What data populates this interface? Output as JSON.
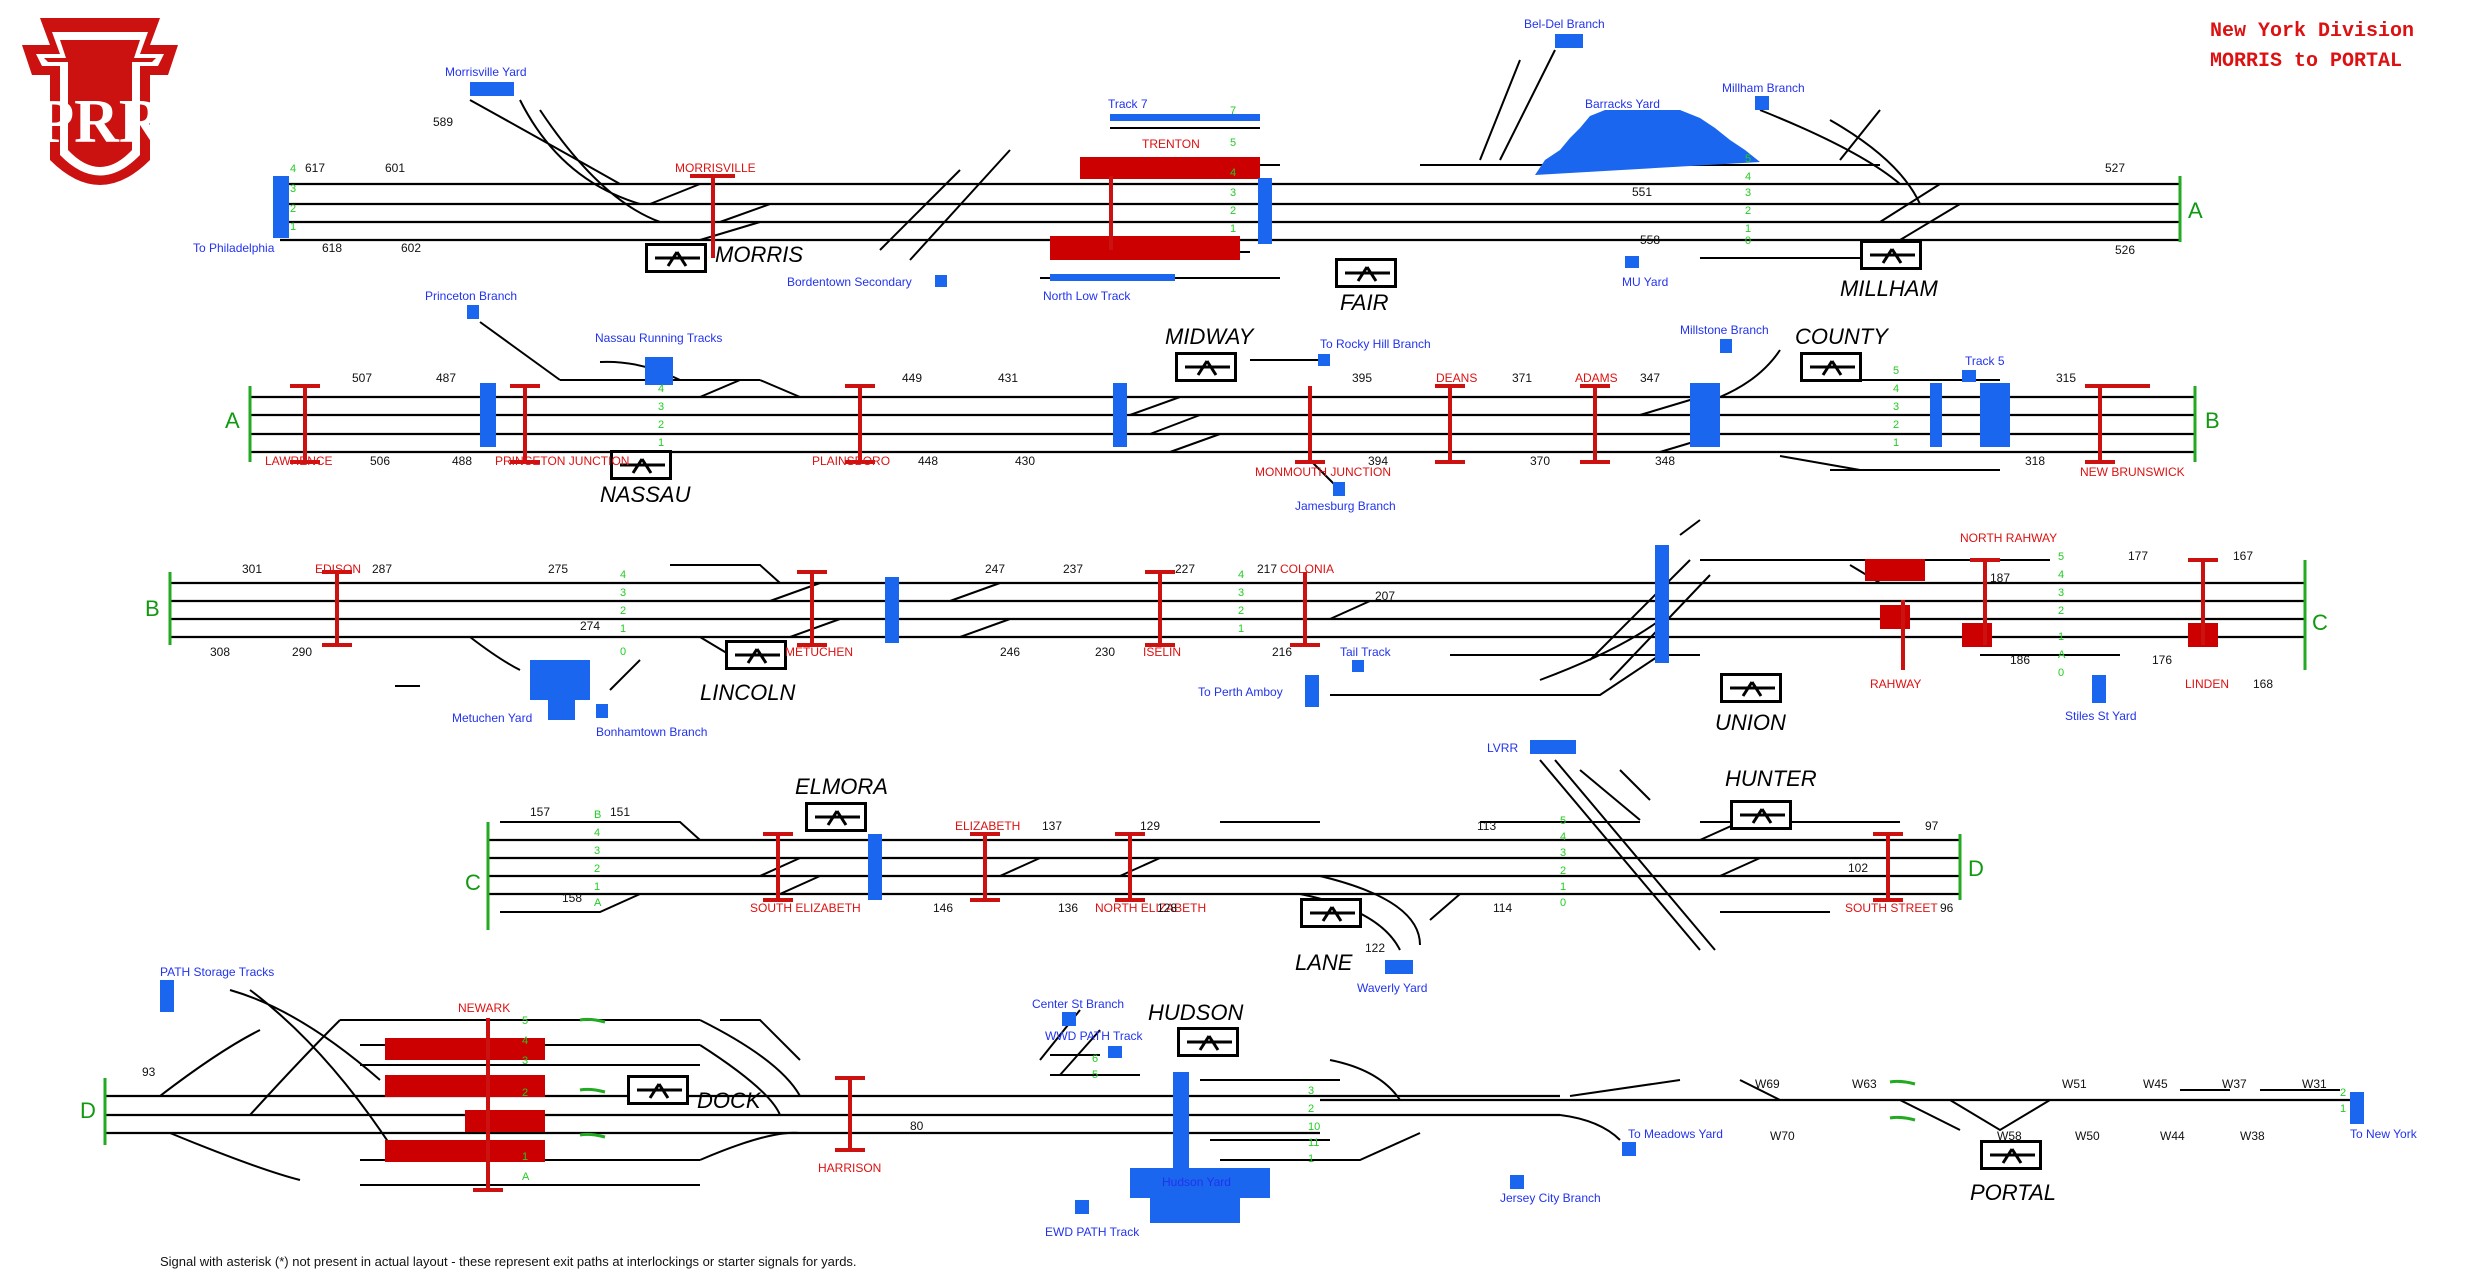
{
  "header": {
    "title_line1": "New York Division",
    "title_line2": "MORRIS to PORTAL"
  },
  "logo": {
    "letters": "PRR"
  },
  "footer_note": "Signal with asterisk (*) not present in actual layout - these represent exit paths at interlockings or starter signals for yards.",
  "colors": {
    "interlocking_red": "#cc1111",
    "yard_blue": "#1a66ee",
    "continuation_green": "#119911",
    "track_number_green": "#22cc22",
    "tower_text_black": "#000000"
  },
  "rows": [
    {
      "id": "row1",
      "left_continuation": "",
      "right_continuation": "A",
      "towers": [
        "MORRIS",
        "FAIR",
        "MILLHAM"
      ],
      "interlockings": [
        "MORRISVILLE",
        "TRENTON"
      ],
      "blue_labels": [
        "Morrisville Yard",
        "To Philadelphia",
        "Track 7",
        "Bordentown Secondary",
        "North Low Track",
        "Bel-Del Branch",
        "Barracks Yard",
        "Millham Branch",
        "MU Yard"
      ],
      "signal_numbers": [
        "589",
        "617",
        "601",
        "618",
        "602",
        "551",
        "558",
        "527",
        "526"
      ],
      "track_numbers": [
        "4",
        "3",
        "2",
        "1",
        "7",
        "5",
        "4",
        "3",
        "2",
        "1",
        "5",
        "4",
        "3",
        "2",
        "1",
        "0"
      ]
    },
    {
      "id": "row2",
      "left_continuation": "A",
      "right_continuation": "B",
      "towers": [
        "NASSAU",
        "MIDWAY",
        "COUNTY"
      ],
      "interlockings": [
        "LAWRENCE",
        "PRINCETON JUNCTION",
        "PLAINSBORO",
        "MONMOUTH JUNCTION",
        "DEANS",
        "ADAMS",
        "NEW BRUNSWICK"
      ],
      "blue_labels": [
        "Princeton Branch",
        "Nassau Running Tracks",
        "To Rocky Hill Branch",
        "Jamesburg Branch",
        "Millstone Branch",
        "Track 5"
      ],
      "signal_numbers": [
        "507",
        "487",
        "506",
        "488",
        "449",
        "431",
        "448",
        "430",
        "395",
        "394",
        "371",
        "370",
        "347",
        "348",
        "315",
        "318"
      ],
      "track_numbers": [
        "4",
        "3",
        "2",
        "1",
        "5",
        "4",
        "3",
        "2",
        "1"
      ]
    },
    {
      "id": "row3",
      "left_continuation": "B",
      "right_continuation": "C",
      "towers": [
        "LINCOLN",
        "UNION"
      ],
      "interlockings": [
        "EDISON",
        "METUCHEN",
        "ISELIN",
        "COLONIA",
        "RAHWAY",
        "NORTH RAHWAY",
        "LINDEN"
      ],
      "blue_labels": [
        "Metuchen Yard",
        "Bonhamtown Branch",
        "Tail Track",
        "To Perth Amboy",
        "Stiles St Yard"
      ],
      "signal_numbers": [
        "301",
        "287",
        "308",
        "290",
        "275",
        "274",
        "247",
        "237",
        "246",
        "230",
        "227",
        "217",
        "216",
        "207",
        "177",
        "167",
        "187",
        "186",
        "176",
        "168"
      ],
      "track_numbers": [
        "4",
        "3",
        "2",
        "1",
        "0",
        "4",
        "3",
        "2",
        "1",
        "5",
        "4",
        "3",
        "2",
        "1",
        "A",
        "0"
      ]
    },
    {
      "id": "row4",
      "left_continuation": "C",
      "right_continuation": "D",
      "towers": [
        "ELMORA",
        "LANE",
        "HUNTER"
      ],
      "interlockings": [
        "SOUTH ELIZABETH",
        "ELIZABETH",
        "NORTH ELIZABETH",
        "SOUTH STREET"
      ],
      "blue_labels": [
        "LVRR",
        "Waverly Yard"
      ],
      "signal_numbers": [
        "157",
        "151",
        "158",
        "146",
        "137",
        "136",
        "129",
        "128",
        "122",
        "113",
        "114",
        "97",
        "102",
        "96"
      ],
      "track_numbers": [
        "B",
        "4",
        "3",
        "2",
        "1",
        "A",
        "5",
        "4",
        "3",
        "2",
        "1",
        "0"
      ]
    },
    {
      "id": "row5",
      "left_continuation": "D",
      "right_continuation": "",
      "towers": [
        "DOCK",
        "HUDSON",
        "PORTAL"
      ],
      "interlockings": [
        "NEWARK",
        "HARRISON"
      ],
      "blue_labels": [
        "PATH Storage Tracks",
        "Center St Branch",
        "WWD PATH Track",
        "Hudson Yard",
        "EWD PATH Track",
        "To Meadows Yard",
        "Jersey City Branch",
        "To New York"
      ],
      "signal_numbers": [
        "93",
        "80",
        "W69",
        "W70",
        "W63",
        "W58",
        "W51",
        "W50",
        "W45",
        "W44",
        "W37",
        "W38",
        "W31"
      ],
      "track_numbers": [
        "5",
        "4",
        "3",
        "2",
        "1",
        "A",
        "6",
        "5",
        "3",
        "2",
        "10",
        "11",
        "1",
        "2",
        "1"
      ]
    }
  ]
}
